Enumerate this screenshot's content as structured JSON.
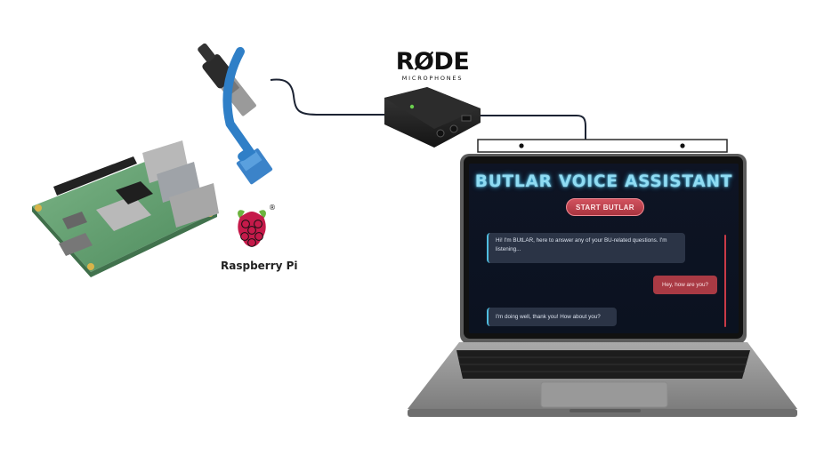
{
  "rode": {
    "name": "RØDE",
    "subtitle": "MICROPHONES"
  },
  "raspberry": {
    "label": "Raspberry Pi",
    "registered": "®"
  },
  "laptop_app": {
    "title": "BUTLAR VOICE ASSISTANT",
    "start_button": "START BUTLAR",
    "messages": [
      {
        "role": "bot",
        "text": "Hi! I'm BUtLAR, here to answer any of your BU-related questions. I'm listening..."
      },
      {
        "role": "user",
        "text": "Hey, how are you?"
      },
      {
        "role": "bot",
        "text": "I'm doing well, thank you! How about you?"
      }
    ]
  },
  "colors": {
    "cable": "#1c2333",
    "ethernet": "#2f7fc7",
    "pcb": "#5f9b6b",
    "accent_red": "#c33b46",
    "title_glow": "#8fdcf3"
  }
}
